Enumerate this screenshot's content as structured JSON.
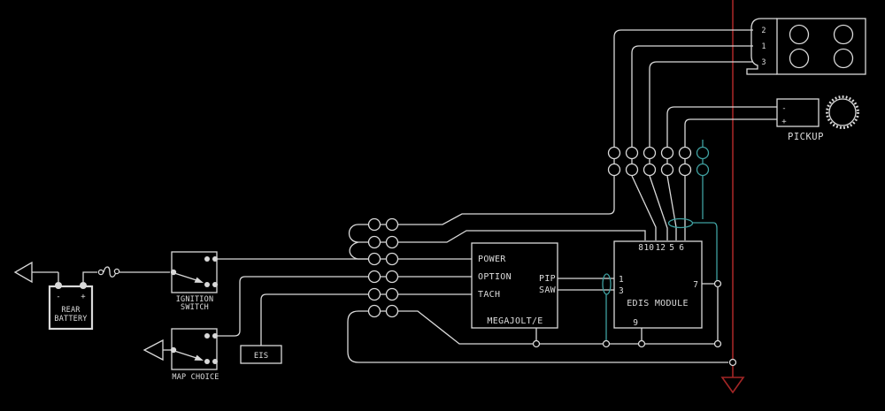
{
  "colors": {
    "wire": "#d9d9d9",
    "text": "#dcdcdc",
    "shield": "#3fa0a0",
    "ground": "#a32626"
  },
  "components": {
    "battery": {
      "line1": "REAR",
      "line2": "BATTERY",
      "neg": "-",
      "pos": "+"
    },
    "ignition_switch": {
      "line1": "IGNITION",
      "line2": "SWITCH"
    },
    "map_choice": {
      "label": "MAP CHOICE"
    },
    "eis": {
      "label": "EIS"
    },
    "megajolt": {
      "label": "MEGAJOLT/E",
      "pin_power": "POWER",
      "pin_option": "OPTION",
      "pin_tach": "TACH",
      "pin_pip": "PIP",
      "pin_saw": "SAW"
    },
    "edis": {
      "label": "EDIS MODULE",
      "top_pins": [
        "8",
        "10",
        "12",
        "5",
        "6"
      ],
      "left_pins": [
        "1",
        "3"
      ],
      "right_pin": "7",
      "bottom_pin": "9"
    },
    "coil_connector": {
      "pins": [
        "2",
        "1",
        "3"
      ]
    },
    "pickup": {
      "label": "PICKUP",
      "neg": "-",
      "pos": "+"
    }
  }
}
